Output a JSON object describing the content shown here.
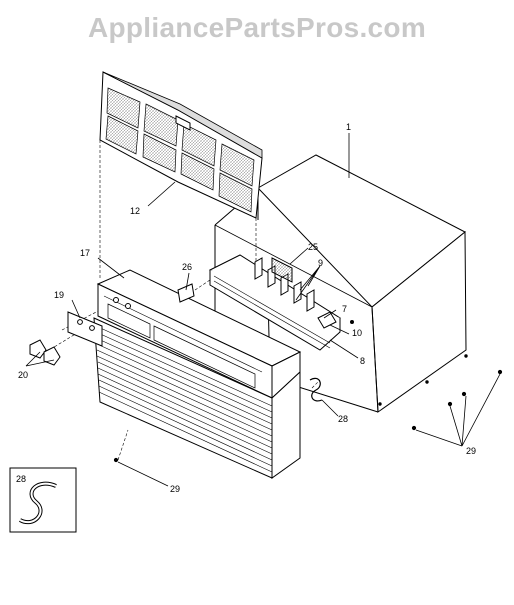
{
  "watermark": "AppliancePartsPros.com",
  "callouts": {
    "c1": "1",
    "c7": "7",
    "c8": "8",
    "c9": "9",
    "c10": "10",
    "c12": "12",
    "c17": "17",
    "c19": "19",
    "c20": "20",
    "c25": "25",
    "c26": "26",
    "c28a": "28",
    "c28b": "28",
    "c29a": "29",
    "c29b": "29"
  },
  "colors": {
    "line": "#000000",
    "watermark": "#c8c8c8"
  }
}
